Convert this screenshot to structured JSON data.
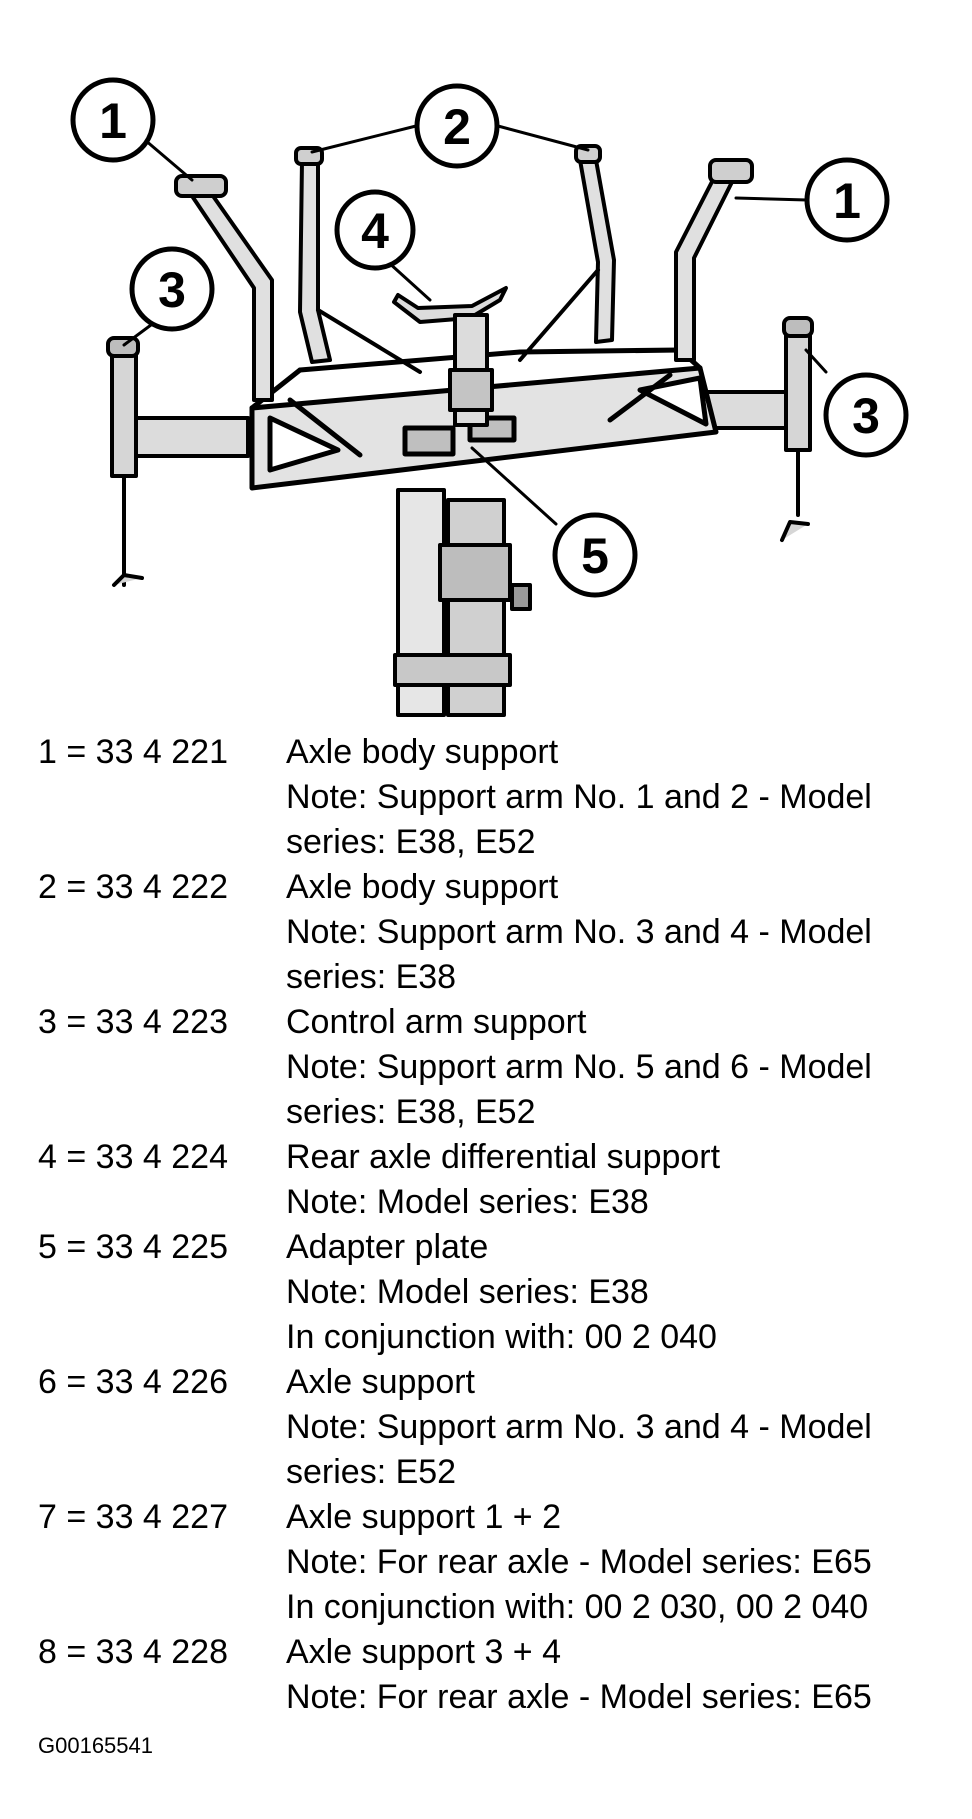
{
  "figure": {
    "callouts": [
      "1",
      "2",
      "1",
      "4",
      "3",
      "3",
      "5"
    ],
    "code": "G00165541"
  },
  "legend": [
    {
      "key": "1 = 33 4 221",
      "lines": [
        "Axle body support",
        "Note: Support arm No. 1 and 2 - Model",
        "series: E38, E52"
      ]
    },
    {
      "key": "2 = 33 4 222",
      "lines": [
        "Axle body support",
        "Note: Support arm No. 3 and 4 - Model",
        "series: E38"
      ]
    },
    {
      "key": "3 = 33 4 223",
      "lines": [
        "Control arm support",
        "Note: Support arm No. 5 and 6 - Model",
        "series: E38, E52"
      ]
    },
    {
      "key": "4 = 33 4 224",
      "lines": [
        "Rear axle differential support",
        "Note: Model series: E38"
      ]
    },
    {
      "key": "5 = 33 4 225",
      "lines": [
        "Adapter plate",
        "Note: Model series: E38",
        "In conjunction with: 00 2 040"
      ]
    },
    {
      "key": "6 = 33 4 226",
      "lines": [
        "Axle support",
        "Note: Support arm No. 3 and 4 - Model",
        "series: E52"
      ]
    },
    {
      "key": "7 = 33 4 227",
      "lines": [
        "Axle support 1 + 2",
        "Note: For rear axle - Model series: E65",
        "In conjunction with: 00 2 030, 00 2 040"
      ]
    },
    {
      "key": "8 = 33 4 228",
      "lines": [
        "Axle support 3 + 4",
        "Note: For rear axle - Model series: E65"
      ]
    }
  ]
}
